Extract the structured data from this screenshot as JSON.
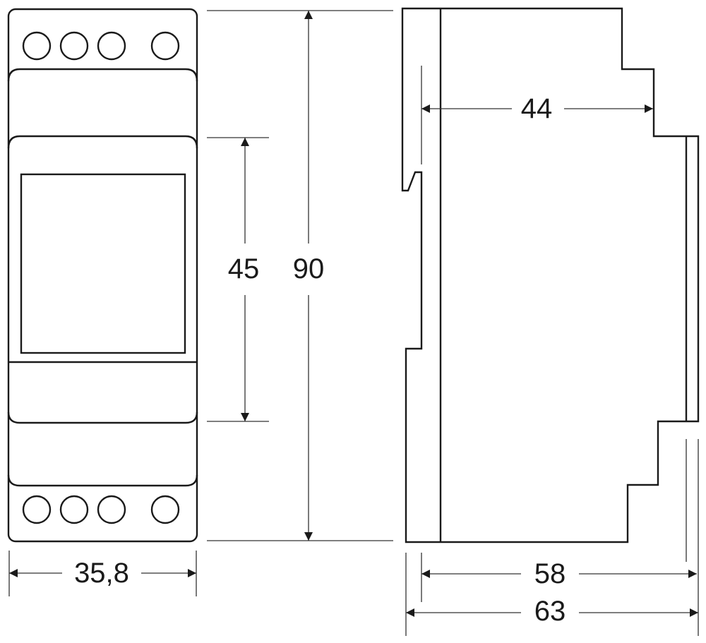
{
  "dimensions": {
    "front_width": "35,8",
    "window_height": "45",
    "total_height": "90",
    "side_depth_front": "44",
    "side_depth_body": "58",
    "side_depth_total": "63"
  },
  "colors": {
    "line": "#1a1a1a",
    "background": "#ffffff"
  }
}
